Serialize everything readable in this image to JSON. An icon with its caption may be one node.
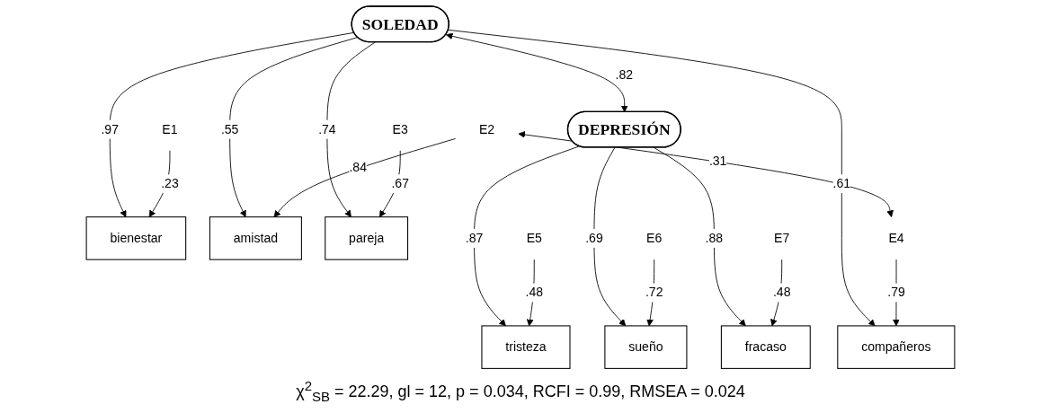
{
  "diagram": {
    "caption": "χ$^{2}$$_{SB}$ = 22.29, gl = 12, p = 0.034, RCFI = 0.99, RMSEA = 0.024",
    "nodes": [
      {
        "text": [
          "SOLEDAD"
        ]
      },
      {
        "text": [
          "DEPRESIÓN"
        ]
      },
      {
        "text": [
          "bienestar"
        ]
      },
      {
        "text": [
          "amistad"
        ]
      },
      {
        "text": [
          "pareja"
        ]
      },
      {
        "text": [
          "compañeros"
        ]
      },
      {
        "text": [
          "tristeza"
        ]
      },
      {
        "text": [
          "sueño"
        ]
      },
      {
        "text": [
          "fracaso"
        ]
      },
      {
        "text": [
          "E1"
        ]
      },
      {
        "text": [
          "E2"
        ]
      },
      {
        "text": [
          "E3"
        ]
      },
      {
        "text": [
          "E4"
        ]
      },
      {
        "text": [
          "E5"
        ]
      },
      {
        "text": [
          "E6"
        ]
      },
      {
        "text": [
          "E7"
        ]
      }
    ],
    "edges": [
      {
        "from": 0,
        "to": 1,
        "arrow": "both",
        "label": ".82"
      },
      {
        "from": 0,
        "to": 2,
        "arrow": "to",
        "label": ".97"
      },
      {
        "from": 0,
        "to": 3,
        "arrow": "to",
        "label": ".55"
      },
      {
        "from": 0,
        "to": 4,
        "arrow": "to",
        "label": ".74"
      },
      {
        "from": 0,
        "to": 5,
        "arrow": "to",
        "label": ".61"
      },
      {
        "from": 1,
        "to": 6,
        "arrow": "to",
        "label": ".87"
      },
      {
        "from": 1,
        "to": 7,
        "arrow": "to",
        "label": ".69"
      },
      {
        "from": 1,
        "to": 8,
        "arrow": "to",
        "label": ".88"
      },
      {
        "from": 9,
        "to": 2,
        "arrow": "to",
        "label": ".23"
      },
      {
        "from": 10,
        "to": 3,
        "arrow": "to",
        "label": ".84"
      },
      {
        "from": 11,
        "to": 4,
        "arrow": "to",
        "label": ".67"
      },
      {
        "from": 12,
        "to": 5,
        "arrow": "to",
        "label": ".79"
      },
      {
        "from": 13,
        "to": 6,
        "arrow": "to",
        "label": ".48"
      },
      {
        "from": 14,
        "to": 7,
        "arrow": "to",
        "label": ".72"
      },
      {
        "from": 15,
        "to": 8,
        "arrow": "to",
        "label": ".48"
      },
      {
        "from": 10,
        "to": 12,
        "arrow": "both",
        "label": ".31"
      }
    ]
  }
}
